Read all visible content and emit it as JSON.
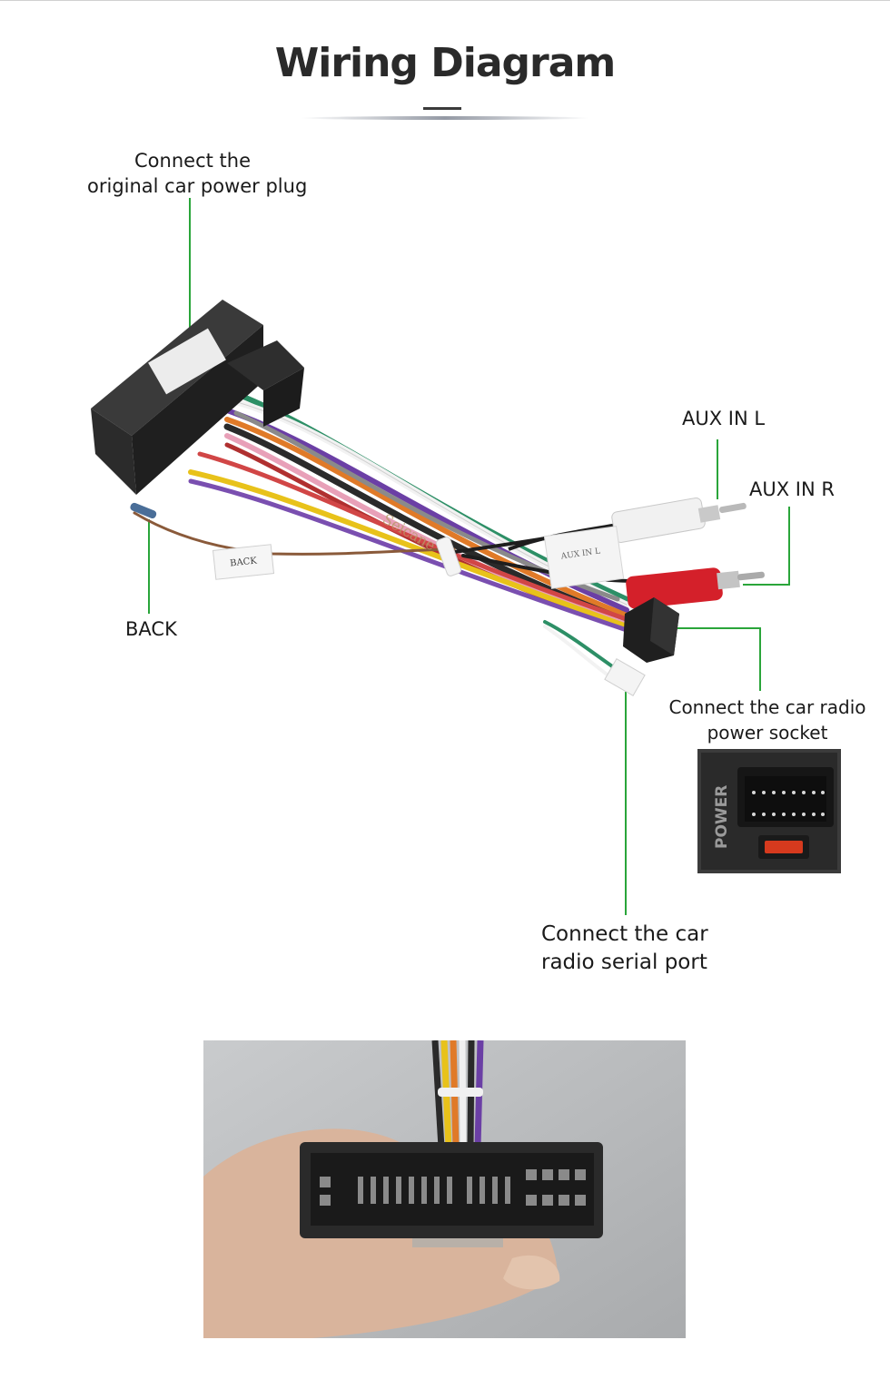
{
  "title": "Wiring Diagram",
  "labels": {
    "power_plug_line1": "Connect the",
    "power_plug_line2": "original car power plug",
    "aux_in_l": "AUX IN L",
    "aux_in_r": "AUX IN R",
    "back": "BACK",
    "power_socket_line1": "Connect the car radio",
    "power_socket_line2": "power socket",
    "serial_port_line1": "Connect the car",
    "serial_port_line2": "radio  serial port"
  },
  "socket_inset": {
    "text": "POWER"
  },
  "tags": {
    "back_tag": "BACK",
    "aux_tag": "AUX IN L"
  },
  "watermark": "Seicane",
  "colors": {
    "leader": "#2aa53a",
    "connector": "#262626",
    "rca_red": "#d4202a",
    "rca_white": "#f2f2f2"
  }
}
